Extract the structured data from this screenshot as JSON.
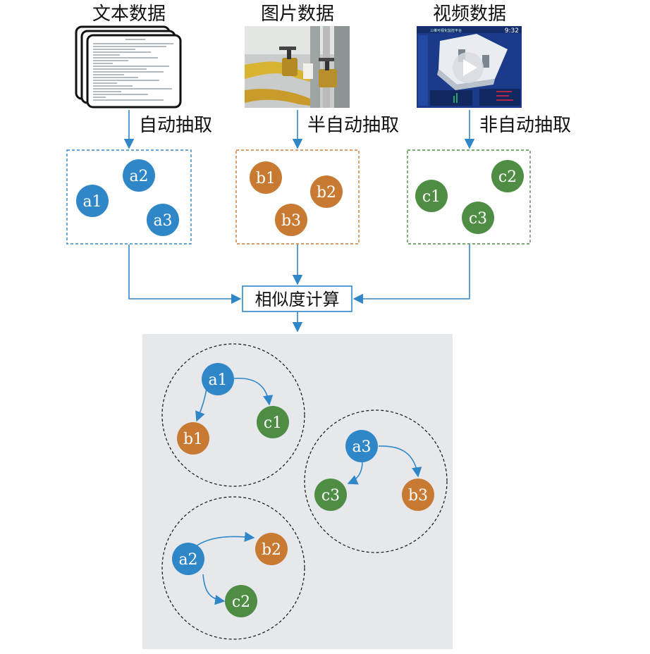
{
  "sources": [
    {
      "title": "文本数据",
      "method": "自动抽取"
    },
    {
      "title": "图片数据",
      "method": "半自动抽取"
    },
    {
      "title": "视频数据",
      "method": "非自动抽取"
    }
  ],
  "calc_label": "相似度计算",
  "colors": {
    "a": "#2f87c8",
    "b": "#c87a33",
    "c": "#4f8d45",
    "arrow": "#2f87c8",
    "panel": "#e7e8ec"
  },
  "nodes": {
    "a1": "a1",
    "a2": "a2",
    "a3": "a3",
    "b1": "b1",
    "b2": "b2",
    "b3": "b3",
    "c1": "c1",
    "c2": "c2",
    "c3": "c3"
  },
  "video_thumb": {
    "title": "三维可视化监控平台",
    "time": "9:32"
  }
}
